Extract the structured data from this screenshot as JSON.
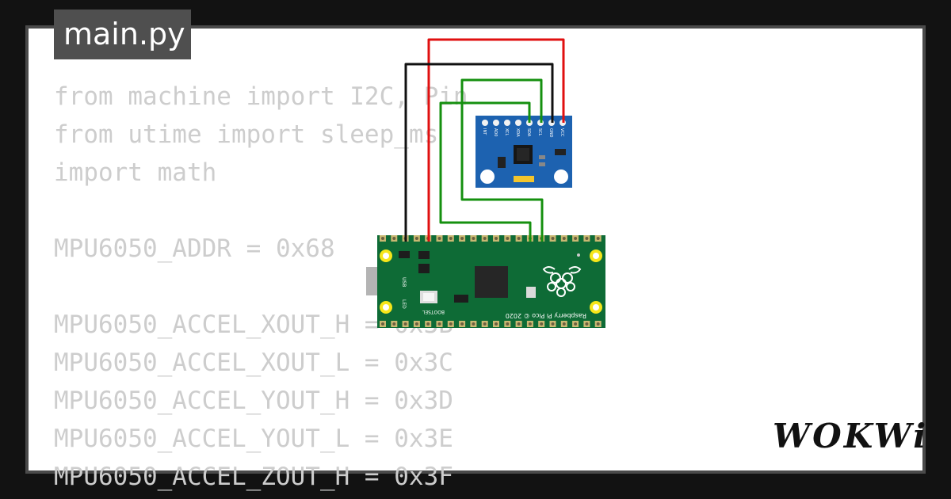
{
  "tab": {
    "filename": "main.py"
  },
  "code_lines": [
    "from machine import I2C, Pin",
    "from utime import sleep_ms",
    "import math",
    "",
    "MPU6050_ADDR = 0x68",
    "",
    "MPU6050_ACCEL_XOUT_H = 0x3B",
    "MPU6050_ACCEL_XOUT_L = 0x3C",
    "MPU6050_ACCEL_YOUT_H = 0x3D",
    "MPU6050_ACCEL_YOUT_L = 0x3E",
    "MPU6050_ACCEL_ZOUT_H = 0x3F"
  ],
  "mpu": {
    "pins": [
      "INT",
      "AD0",
      "XCL",
      "XDA",
      "SDA",
      "SCL",
      "GND",
      "VCC"
    ]
  },
  "pico": {
    "usb_label": "USB",
    "led_label": "LED",
    "bootsel_label": "BOOTSEL",
    "copyright": "Raspberry Pi Pico © 2020"
  },
  "brand": {
    "name": "WOKWi"
  },
  "colors": {
    "pico_board": "#0e6b36",
    "mpu_board": "#1d62b0",
    "wire_vcc": "#e01010",
    "wire_gnd": "#111111",
    "wire_data": "#15900f",
    "code_text": "#cdcdcd",
    "tab_bg": "#4f4f4f"
  }
}
